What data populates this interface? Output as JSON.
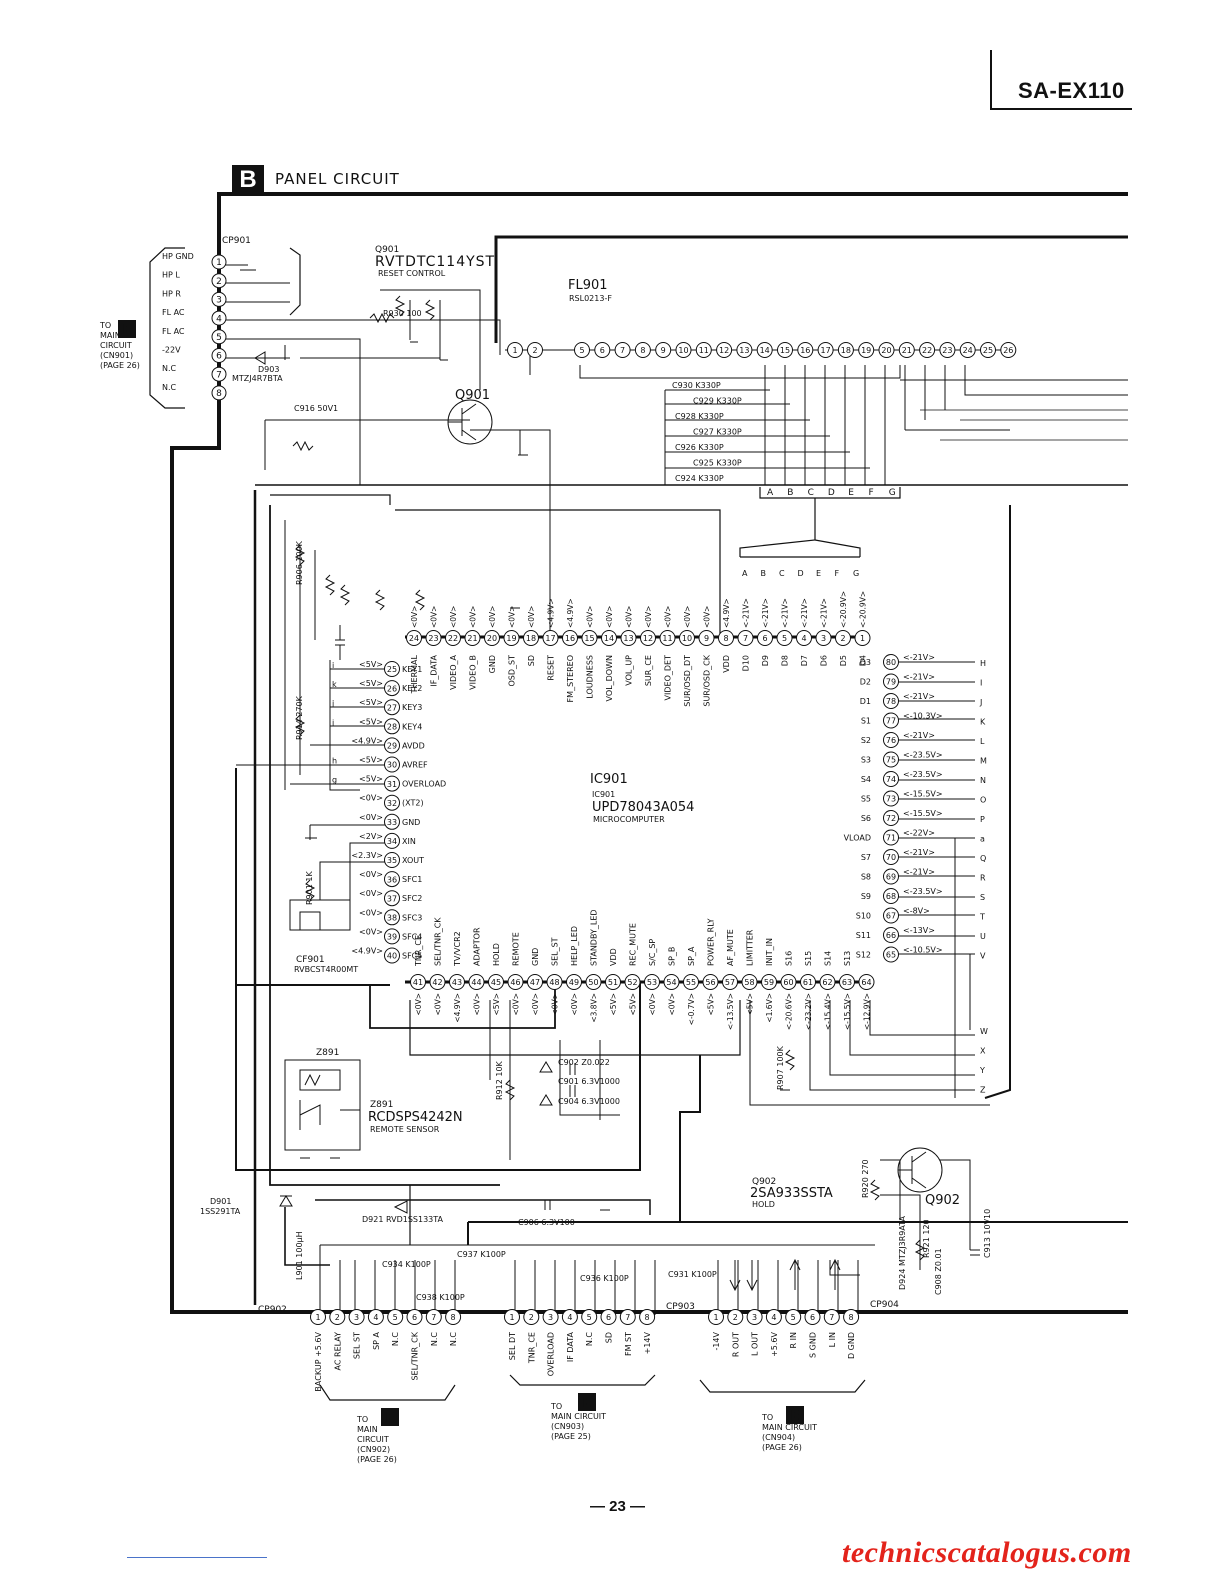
{
  "header": {
    "model": "SA-EX110"
  },
  "section": {
    "badge": "B",
    "title": "PANEL CIRCUIT"
  },
  "page_number": "— 23 —",
  "watermark": "technicscatalogus.com",
  "ic901": {
    "ref": "IC901",
    "sub_ref": "IC901",
    "part": "UPD78043A054",
    "desc": "MICROCOMPUTER"
  },
  "fl901": {
    "ref": "FL901",
    "part": "RSL0213-F"
  },
  "q901": {
    "ref": "Q901",
    "part": "RVTDTC114YST",
    "desc": "RESET CONTROL",
    "label": "Q901"
  },
  "q902": {
    "ref": "Q902",
    "part": "2SA933SSTA",
    "desc": "HOLD",
    "label": "Q902"
  },
  "z891": {
    "ref": "Z891",
    "part": "RCDSPS4242N",
    "desc": "REMOTE SENSOR",
    "top_label": "Z891"
  },
  "cf901": {
    "ref": "CF901",
    "part": "RVBCST4R00MT"
  },
  "d901": {
    "ref": "D901",
    "part": "1SS291TA"
  },
  "d903": {
    "ref": "D903",
    "part": "MTZJ4R7BTA"
  },
  "d921": {
    "text": "D921  RVD1SS133TA"
  },
  "c906": {
    "text": "C906  6.3V100"
  },
  "c902": {
    "text": "C902   Z0.022"
  },
  "c901": {
    "text": "C901   6.3V1000"
  },
  "c904": {
    "text": "C904  6.3V1000"
  },
  "r912": {
    "text": "R912  10K"
  },
  "r907": {
    "text": "R907  100K"
  },
  "r920": {
    "text": "R920  270"
  },
  "r914": {
    "text": "R914  270K"
  },
  "r901": {
    "text": "R901  1K"
  },
  "r906": {
    "text": "R906 100K"
  },
  "r930": {
    "text": "R930 100"
  },
  "c916": {
    "text": "C916  50V1"
  },
  "cp901": {
    "ref": "CP901",
    "pins": [
      "1",
      "2",
      "3",
      "4",
      "5",
      "6",
      "7",
      "8"
    ],
    "signals": [
      "HP GND",
      "HP L",
      "HP R",
      "FL AC",
      "FL AC",
      "-22V",
      "N.C",
      "N.C"
    ],
    "to": [
      "TO",
      "MAIN",
      "CIRCUIT",
      "(CN901)",
      "(PAGE 26)"
    ]
  },
  "cp902": {
    "ref": "CP902",
    "pins": [
      "1",
      "2",
      "3",
      "4",
      "5",
      "6",
      "7",
      "8"
    ],
    "signals": [
      "BACKUP +5.6V",
      "AC RELAY",
      "SEL ST",
      "SP A",
      "N.C",
      "SEL/TNR_CK",
      "N.C",
      "N.C"
    ],
    "to": [
      "TO",
      "MAIN",
      "CIRCUIT",
      "(CN902)",
      "(PAGE 26)"
    ]
  },
  "cp903": {
    "ref": "CP903",
    "pins": [
      "1",
      "2",
      "3",
      "4",
      "5",
      "6",
      "7",
      "8"
    ],
    "signals": [
      "SEL DT",
      "TNR_CE",
      "OVERLOAD",
      "IF DATA",
      "N.C",
      "SD",
      "FM ST",
      "+14V"
    ],
    "to": [
      "TO",
      "MAIN CIRCUIT",
      "(CN903)",
      "(PAGE 25)"
    ]
  },
  "cp904": {
    "ref": "CP904",
    "pins": [
      "1",
      "2",
      "3",
      "4",
      "5",
      "6",
      "7",
      "8"
    ],
    "signals": [
      "-14V",
      "R OUT",
      "L OUT",
      "+5.6V",
      "R IN",
      "S GND",
      "L IN",
      "D GND"
    ],
    "to": [
      "TO",
      "MAIN CIRCUIT",
      "(CN904)",
      "(PAGE 26)"
    ]
  },
  "fl_pins": [
    "1",
    "2",
    "5",
    "6",
    "7",
    "8",
    "9",
    "10",
    "11",
    "12",
    "13",
    "14",
    "15",
    "16",
    "17",
    "18",
    "19",
    "20",
    "21",
    "22",
    "23",
    "24",
    "25",
    "26"
  ],
  "ic_top": {
    "pins": [
      "24",
      "23",
      "22",
      "21",
      "20",
      "19",
      "18",
      "17",
      "16",
      "15",
      "14",
      "13",
      "12",
      "11",
      "10",
      "9",
      "8",
      "7",
      "6",
      "5",
      "4",
      "3",
      "2",
      "1"
    ],
    "names": [
      "THERMAL",
      "IF_DATA",
      "VIDEO_A",
      "VIDEO_B",
      "GND",
      "OSD_ST",
      "SD",
      "RESET",
      "FM_STEREO",
      "LOUDNESS",
      "VOL_DOWN",
      "VOL_UP",
      "SUR_CE",
      "VIDEO_DET",
      "SUR/OSD_DT",
      "SUR/OSD_CK",
      "VDD",
      "D10",
      "D9",
      "D8",
      "D7",
      "D6",
      "D5",
      "D4"
    ],
    "volts": [
      "<0V>",
      "<0V>",
      "<0V>",
      "<0V>",
      "<0V>",
      "<0V>",
      "<0V>",
      "<4.9V>",
      "<4.9V>",
      "<0V>",
      "<0V>",
      "<0V>",
      "<0V>",
      "<0V>",
      "<0V>",
      "<0V>",
      "<4.9V>",
      "<-21V>",
      "<-21V>",
      "<-21V>",
      "<-21V>",
      "<-21V>",
      "<-20.9V>",
      "<-20.9V>"
    ]
  },
  "ic_left": {
    "pins": [
      "25",
      "26",
      "27",
      "28",
      "29",
      "30",
      "31",
      "32",
      "33",
      "34",
      "35",
      "36",
      "37",
      "38",
      "39",
      "40"
    ],
    "names": [
      "KEY1",
      "KEY2",
      "KEY3",
      "KEY4",
      "AVDD",
      "AVREF",
      "OVERLOAD",
      "(XT2)",
      "GND",
      "XIN",
      "XOUT",
      "SFC1",
      "SFC2",
      "SFC3",
      "SFC4",
      "SFC5"
    ],
    "volts": [
      "<5V>",
      "<5V>",
      "<5V>",
      "<5V>",
      "<4.9V>",
      "<5V>",
      "<5V>",
      "<0V>",
      "<0V>",
      "<2V>",
      "<2.3V>",
      "<0V>",
      "<0V>",
      "<0V>",
      "<0V>",
      "<4.9V>"
    ],
    "letters": [
      "i",
      "k",
      "j",
      "i",
      "",
      "h",
      "g",
      "",
      "",
      "",
      "",
      "",
      "",
      "",
      "",
      ""
    ]
  },
  "ic_right": {
    "pins": [
      "80",
      "79",
      "78",
      "77",
      "76",
      "75",
      "74",
      "73",
      "72",
      "71",
      "70",
      "69",
      "68",
      "67",
      "66",
      "65"
    ],
    "names": [
      "D3",
      "D2",
      "D1",
      "S1",
      "S2",
      "S3",
      "S4",
      "S5",
      "S6",
      "VLOAD",
      "S7",
      "S8",
      "S9",
      "S10",
      "S11",
      "S12"
    ],
    "volts": [
      "<-21V>",
      "<-21V>",
      "<-21V>",
      "<-10.3V>",
      "<-21V>",
      "<-23.5V>",
      "<-23.5V>",
      "<-15.5V>",
      "<-15.5V>",
      "<-22V>",
      "<-21V>",
      "<-21V>",
      "<-23.5V>",
      "<-8V>",
      "<-13V>",
      "<-10.5V>"
    ],
    "letters": [
      "H",
      "I",
      "J",
      "K",
      "L",
      "M",
      "N",
      "O",
      "P",
      "a",
      "Q",
      "R",
      "S",
      "T",
      "U",
      "V"
    ]
  },
  "ic_bottom": {
    "pins": [
      "41",
      "42",
      "43",
      "44",
      "45",
      "46",
      "47",
      "48",
      "49",
      "50",
      "51",
      "52",
      "53",
      "54",
      "55",
      "56",
      "57",
      "58",
      "59",
      "60",
      "61",
      "62",
      "63",
      "64"
    ],
    "names": [
      "TNR_CE",
      "SEL/TNR_CK",
      "TV/VCR2",
      "ADAPTOR",
      "HOLD",
      "REMOTE",
      "GND",
      "SEL_ST",
      "HELP_LED",
      "STANDBY_LED",
      "VDD",
      "REC_MUTE",
      "S/C_SP",
      "SP_B",
      "SP_A",
      "POWER_RLY",
      "AF_MUTE",
      "LIMITTER",
      "INIT_IN",
      "S16",
      "S15",
      "S14",
      "S13",
      ""
    ],
    "volts": [
      "<0V>",
      "<0V>",
      "<4.9V>",
      "<0V>",
      "<5V>",
      "<0V>",
      "<0V>",
      "<0V>",
      "<0V>",
      "<3.8V>",
      "<5V>",
      "<5V>",
      "<0V>",
      "<0V>",
      "<-0.7V>",
      "<5V>",
      "<-13.5V>",
      "<5V>",
      "<1.6V>",
      "<-20.6V>",
      "<-23.2V>",
      "<-15.4V>",
      "<-15.5V>",
      "<-12.9V>"
    ]
  },
  "fl_caps": [
    "C930  K330P",
    "C929  K330P",
    "C928  K330P",
    "C927  K330P",
    "C926  K330P",
    "C925  K330P",
    "C924  K330P"
  ],
  "grid_letters": [
    "A",
    "B",
    "C",
    "D",
    "E",
    "F",
    "G"
  ],
  "side_letters": [
    "W",
    "X",
    "Y",
    "Z"
  ],
  "c_bottom": [
    "C934  K100P",
    "C937  K100P",
    "C938  K100P",
    "C936  K100P",
    "C931  K100P",
    "L901  100μH",
    "C908  Z0.01",
    "C913  10V10",
    "R921  120",
    "D924  MTZJ3R9ATA"
  ]
}
